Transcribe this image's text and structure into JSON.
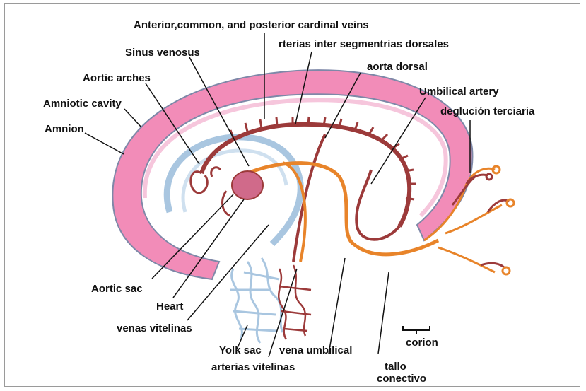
{
  "labels": {
    "cardinal_veins": "Anterior,common, and posterior cardinal veins",
    "sinus_venosus": "Sinus venosus",
    "intersegmental": "rterias inter segmentrias dorsales",
    "aortic_arches": "Aortic arches",
    "aorta_dorsal": "aorta dorsal",
    "amniotic_cavity": "Amniotic cavity",
    "umbilical_artery": "Umbilical artery",
    "deglucion": "deglución terciaria",
    "amnion": "Amnion",
    "aortic_sac": "Aortic sac",
    "heart": "Heart",
    "venas_vitelinas": "venas vitelinas",
    "corion": "corion",
    "yolk_sac": "Yolk sac",
    "vena_umbilical": "vena umbilical",
    "arterias_vitelinas": "arterias vitelinas",
    "tallo_1": "tallo",
    "tallo_2": "conectivo"
  },
  "colors": {
    "amnion": "#f28cb8",
    "amnion_outline": "#7e88a8",
    "yolk_vessels": "#a9c6e0",
    "artery": "#9c3a3a",
    "vein": "#e8842a",
    "heart": "#d06a8a",
    "leader": "#111111"
  }
}
